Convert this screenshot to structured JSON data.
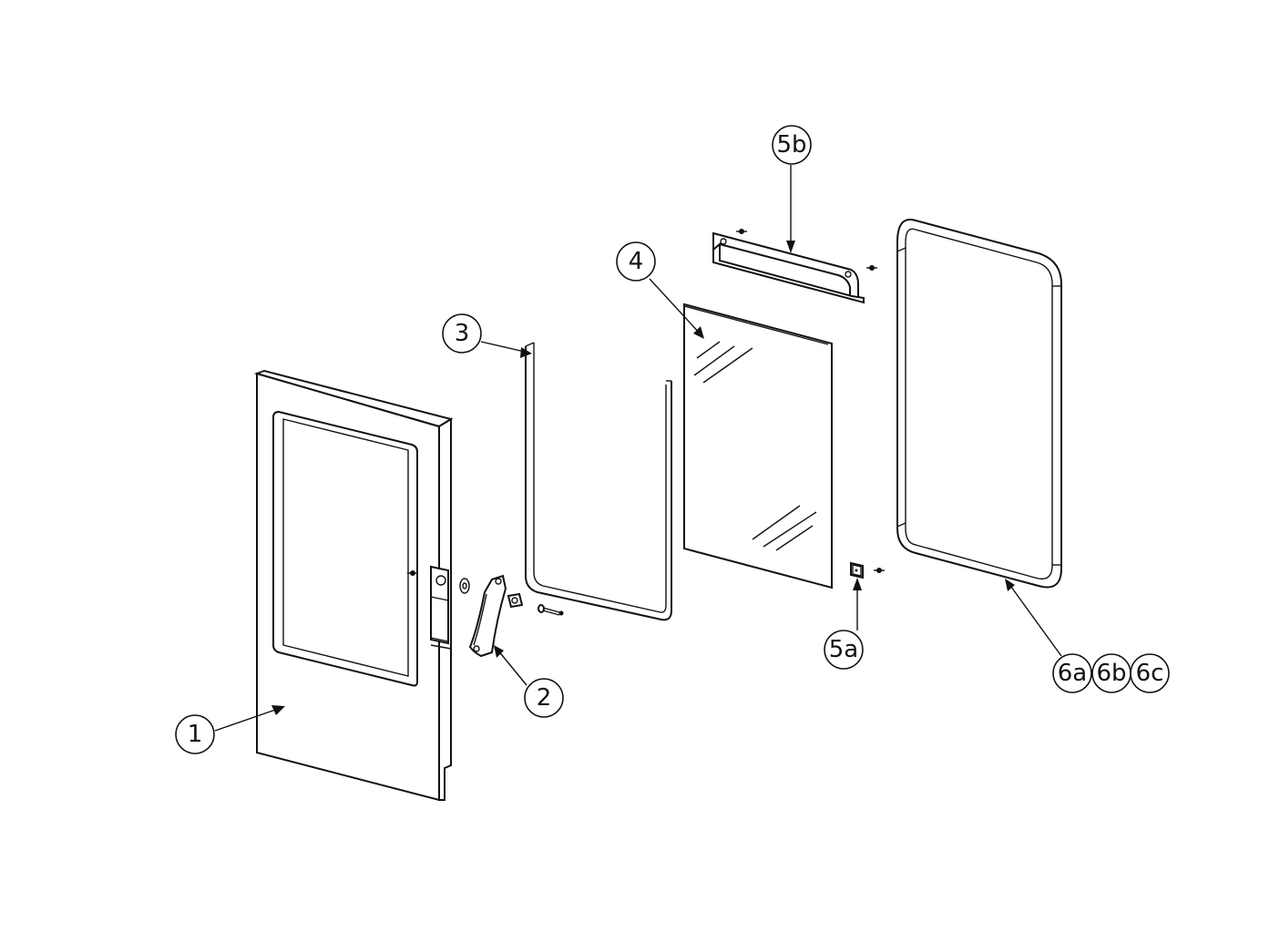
{
  "diagram": {
    "callouts": {
      "door": "1",
      "hinge": "2",
      "seal": "3",
      "glass": "4",
      "clip": "5a",
      "bracket": "5b",
      "gasket_a": "6a",
      "gasket_b": "6b",
      "gasket_c": "6c"
    }
  }
}
